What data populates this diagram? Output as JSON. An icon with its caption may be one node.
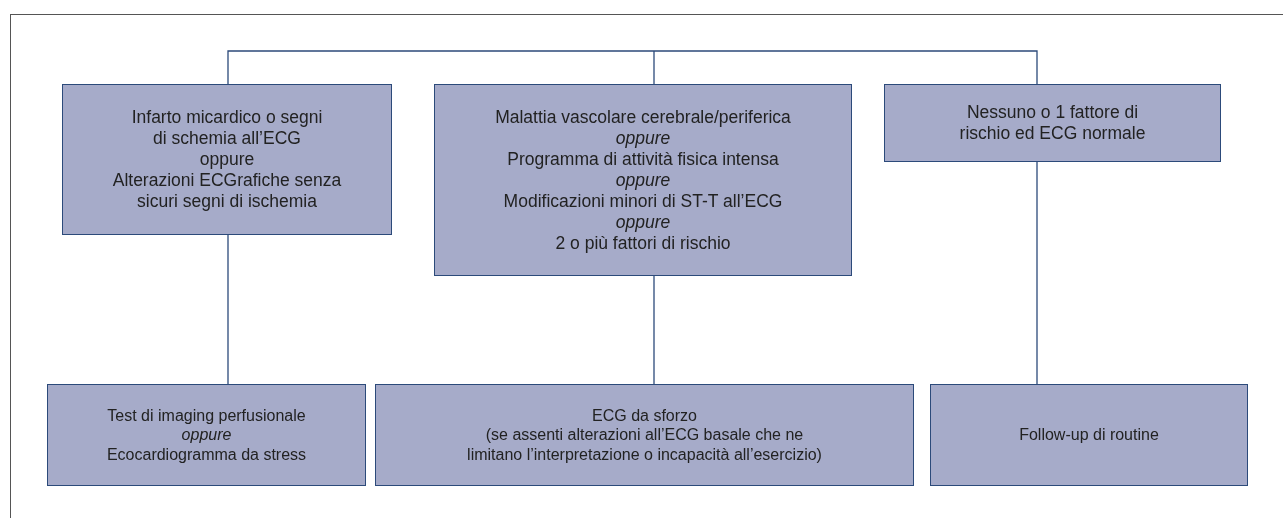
{
  "diagram": {
    "nodes": [
      {
        "text": [
          "Infarto micardico o segni di schemia all’ECG",
          "oppure",
          "Alterazioni ECGrafiche senza sicuri segni di ischemia"
        ]
      },
      {
        "text": [
          "Malattia vascolare cerebrale/periferica",
          "*oppure*",
          "Programma di attività fisica intensa",
          "*oppure*",
          "Modificazioni minori di ST-T all’ECG",
          "*oppure*",
          "2 o più fattori di rischio"
        ]
      },
      {
        "text": [
          "Nessuno o 1 fattore di rischio ed ECG normale"
        ]
      },
      {
        "text": [
          "Test di imaging perfusionale",
          "*oppure*",
          "Ecocardiogramma da stress"
        ]
      },
      {
        "text": [
          "ECG da sforzo",
          "(se assenti alterazioni all’ECG basale che ne limitano l’interpretazione o incapacità all’esercizio)"
        ]
      },
      {
        "text": [
          "Follow-up di routine"
        ]
      }
    ],
    "edges": [
      {
        "from": null,
        "to": 0,
        "arrow": "none"
      },
      {
        "from": null,
        "to": 1,
        "arrow": "none"
      },
      {
        "from": null,
        "to": 2,
        "arrow": "none"
      },
      {
        "from": 0,
        "to": 3,
        "arrow": "none"
      },
      {
        "from": 1,
        "to": 4,
        "arrow": "none"
      },
      {
        "from": 2,
        "to": 5,
        "arrow": "none"
      }
    ]
  }
}
